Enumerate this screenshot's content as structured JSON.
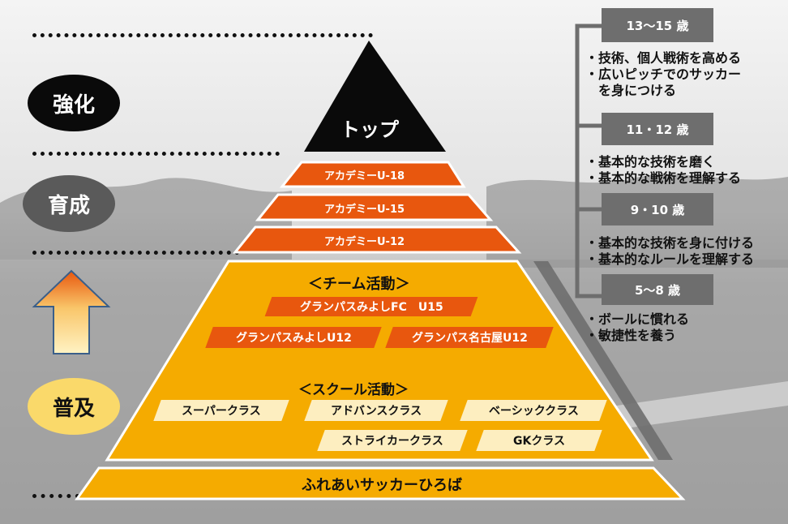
{
  "levels": {
    "top": "強化",
    "middle": "育成",
    "bottom": "普及"
  },
  "pyramid": {
    "top_label": "トップ",
    "academy": [
      "アカデミーU-18",
      "アカデミーU-15",
      "アカデミーU-12"
    ],
    "team_title": "＜チーム活動＞",
    "teams": [
      "グランパスみよしFC　U15",
      "グランパスみよしU12",
      "グランパス名古屋U12"
    ],
    "school_title": "＜スクール活動＞",
    "classes": [
      "スーパークラス",
      "アドバンスクラス",
      "ベーシッククラス",
      "ストライカークラス",
      "GKクラス"
    ],
    "base": "ふれあいサッカーひろば"
  },
  "ages": [
    {
      "label": "13～15 歳",
      "points": [
        "・技術、個人戦術を高める",
        "・広いピッチでのサッカー",
        "　を身につける"
      ]
    },
    {
      "label": "11・12 歳",
      "points": [
        "・基本的な技術を磨く",
        "・基本的な戦術を理解する"
      ]
    },
    {
      "label": "9・10 歳",
      "points": [
        "・基本的な技術を身に付ける",
        "・基本的なルールを理解する"
      ]
    },
    {
      "label": "5～8 歳",
      "points": [
        "・ボールに慣れる",
        "・敏捷性を養う"
      ]
    }
  ],
  "colors": {
    "black": "#0a0a0a",
    "gray": "#6e6e6e",
    "orange": "#e8570e",
    "gold": "#f5ab00",
    "cream": "#fdeec0"
  }
}
